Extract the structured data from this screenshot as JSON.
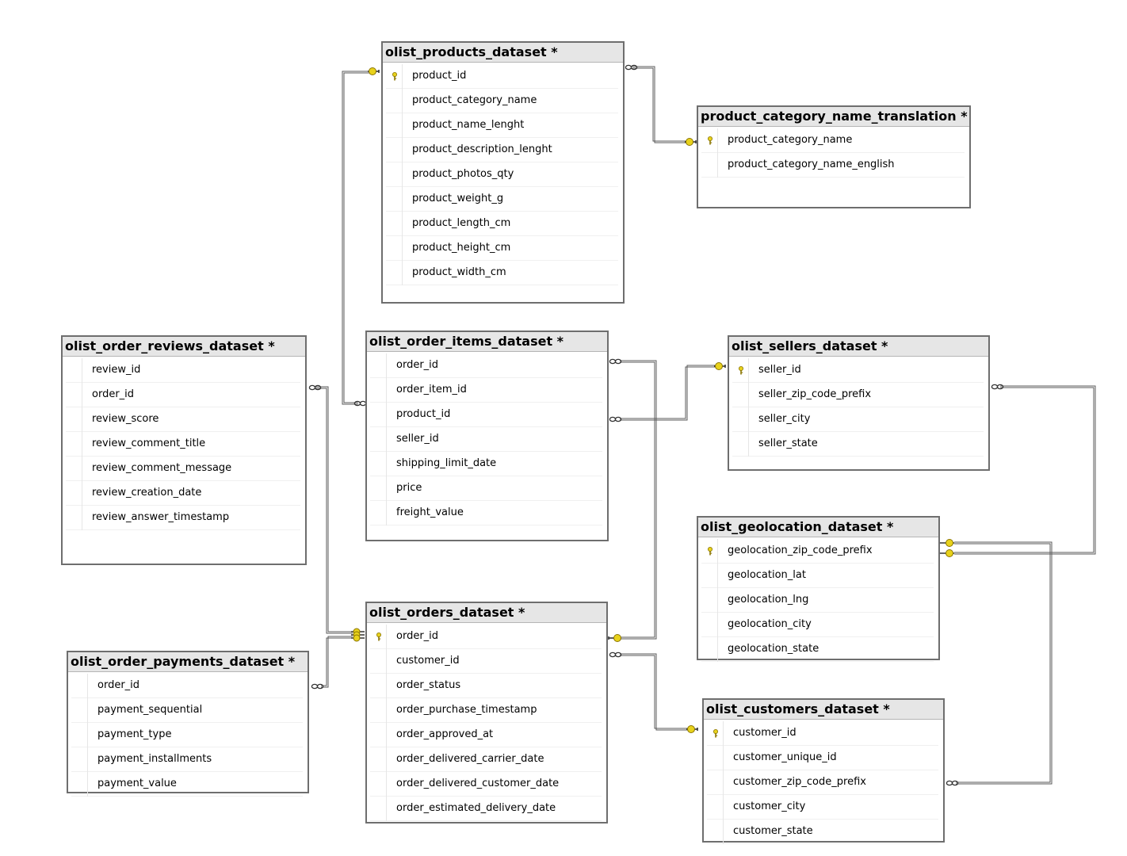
{
  "tables": [
    {
      "id": "products",
      "title": "olist_products_dataset *",
      "columns": [
        {
          "name": "product_id",
          "pk": true
        },
        {
          "name": "product_category_name",
          "pk": false
        },
        {
          "name": "product_name_lenght",
          "pk": false
        },
        {
          "name": "product_description_lenght",
          "pk": false
        },
        {
          "name": "product_photos_qty",
          "pk": false
        },
        {
          "name": "product_weight_g",
          "pk": false
        },
        {
          "name": "product_length_cm",
          "pk": false
        },
        {
          "name": "product_height_cm",
          "pk": false
        },
        {
          "name": "product_width_cm",
          "pk": false
        }
      ]
    },
    {
      "id": "translation",
      "title": "product_category_name_translation *",
      "columns": [
        {
          "name": "product_category_name",
          "pk": true
        },
        {
          "name": "product_category_name_english",
          "pk": false
        }
      ]
    },
    {
      "id": "reviews",
      "title": "olist_order_reviews_dataset *",
      "columns": [
        {
          "name": "review_id",
          "pk": false
        },
        {
          "name": "order_id",
          "pk": false
        },
        {
          "name": "review_score",
          "pk": false
        },
        {
          "name": "review_comment_title",
          "pk": false
        },
        {
          "name": "review_comment_message",
          "pk": false
        },
        {
          "name": "review_creation_date",
          "pk": false
        },
        {
          "name": "review_answer_timestamp",
          "pk": false
        }
      ]
    },
    {
      "id": "items",
      "title": "olist_order_items_dataset *",
      "columns": [
        {
          "name": "order_id",
          "pk": false
        },
        {
          "name": "order_item_id",
          "pk": false
        },
        {
          "name": "product_id",
          "pk": false
        },
        {
          "name": "seller_id",
          "pk": false
        },
        {
          "name": "shipping_limit_date",
          "pk": false
        },
        {
          "name": "price",
          "pk": false
        },
        {
          "name": "freight_value",
          "pk": false
        }
      ]
    },
    {
      "id": "sellers",
      "title": "olist_sellers_dataset *",
      "columns": [
        {
          "name": "seller_id",
          "pk": true
        },
        {
          "name": "seller_zip_code_prefix",
          "pk": false
        },
        {
          "name": "seller_city",
          "pk": false
        },
        {
          "name": "seller_state",
          "pk": false
        }
      ]
    },
    {
      "id": "geolocation",
      "title": "olist_geolocation_dataset *",
      "columns": [
        {
          "name": "geolocation_zip_code_prefix",
          "pk": true
        },
        {
          "name": "geolocation_lat",
          "pk": false
        },
        {
          "name": "geolocation_lng",
          "pk": false
        },
        {
          "name": "geolocation_city",
          "pk": false
        },
        {
          "name": "geolocation_state",
          "pk": false
        }
      ]
    },
    {
      "id": "orders",
      "title": "olist_orders_dataset *",
      "columns": [
        {
          "name": "order_id",
          "pk": true
        },
        {
          "name": "customer_id",
          "pk": false
        },
        {
          "name": "order_status",
          "pk": false
        },
        {
          "name": "order_purchase_timestamp",
          "pk": false
        },
        {
          "name": "order_approved_at",
          "pk": false
        },
        {
          "name": "order_delivered_carrier_date",
          "pk": false
        },
        {
          "name": "order_delivered_customer_date",
          "pk": false
        },
        {
          "name": "order_estimated_delivery_date",
          "pk": false
        }
      ]
    },
    {
      "id": "payments",
      "title": "olist_order_payments_dataset *",
      "columns": [
        {
          "name": "order_id",
          "pk": false
        },
        {
          "name": "payment_sequential",
          "pk": false
        },
        {
          "name": "payment_type",
          "pk": false
        },
        {
          "name": "payment_installments",
          "pk": false
        },
        {
          "name": "payment_value",
          "pk": false
        }
      ]
    },
    {
      "id": "customers",
      "title": "olist_customers_dataset *",
      "columns": [
        {
          "name": "customer_id",
          "pk": true
        },
        {
          "name": "customer_unique_id",
          "pk": false
        },
        {
          "name": "customer_zip_code_prefix",
          "pk": false
        },
        {
          "name": "customer_city",
          "pk": false
        },
        {
          "name": "customer_state",
          "pk": false
        }
      ]
    }
  ],
  "relationships": [
    {
      "from": "items.product_id",
      "to": "products.product_id"
    },
    {
      "from": "products.product_category_name",
      "to": "translation.product_category_name"
    },
    {
      "from": "items.seller_id",
      "to": "sellers.seller_id"
    },
    {
      "from": "items.order_id",
      "to": "orders.order_id"
    },
    {
      "from": "reviews.order_id",
      "to": "orders.order_id"
    },
    {
      "from": "payments.order_id",
      "to": "orders.order_id"
    },
    {
      "from": "orders.customer_id",
      "to": "customers.customer_id"
    },
    {
      "from": "sellers.seller_zip_code_prefix",
      "to": "geolocation.geolocation_zip_code_prefix"
    },
    {
      "from": "customers.customer_zip_code_prefix",
      "to": "geolocation.geolocation_zip_code_prefix"
    }
  ],
  "colors": {
    "key": "#e8d21c",
    "line": "#6e6e6e",
    "title_bg": "#e6e6e6"
  }
}
